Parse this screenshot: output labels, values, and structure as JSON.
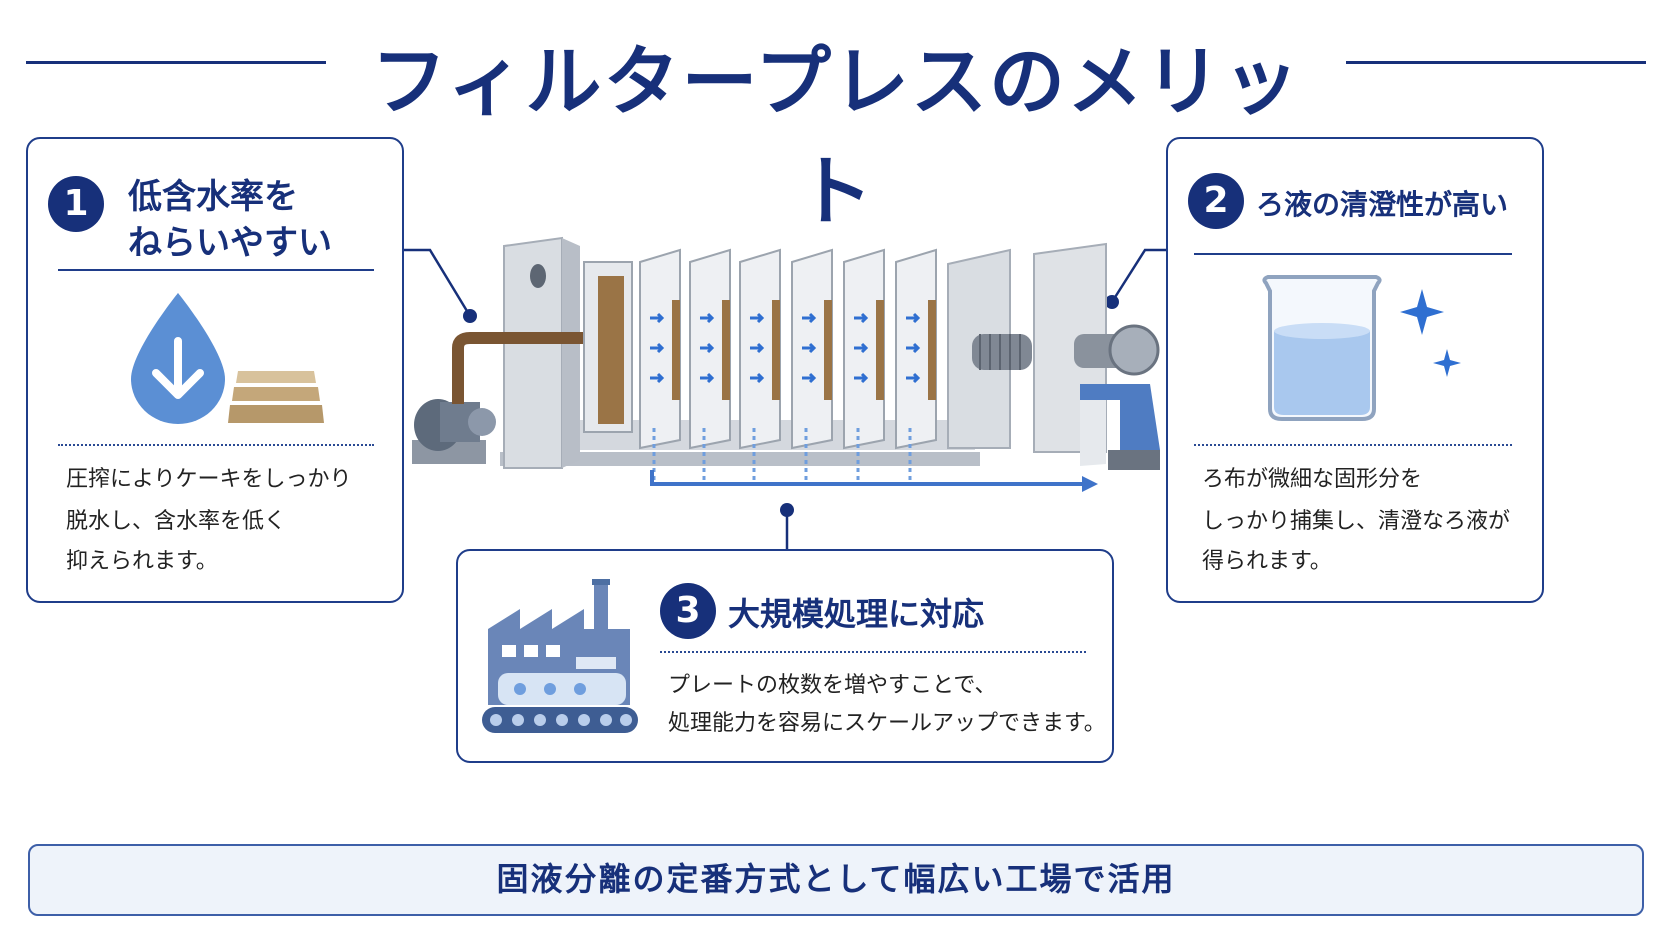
{
  "title": "フィルタープレスのメリット",
  "cards": [
    {
      "number": "1",
      "title_line1": "低含水率を",
      "title_line2": "ねらいやすい",
      "body_line1": "圧搾によりケーキをしっかり",
      "body_line2": "脱水し、含水率を低く",
      "body_line3": "抑えられます。"
    },
    {
      "number": "2",
      "title": "ろ液の清澄性が高い",
      "body_line1": "ろ布が微細な固形分を",
      "body_line2": "しっかり捕集し、清澄なろ液が",
      "body_line3": "得られます。"
    },
    {
      "number": "3",
      "title": "大規模処理に対応",
      "body_line1": "プレートの枚数を増やすことで、",
      "body_line2": "処理能力を容易にスケールアップできます。"
    }
  ],
  "footer": "固液分離の定番方式として幅広い工場で活用",
  "icons": [
    "water-drop-down-icon",
    "dry-cake-layers-icon",
    "beaker-clear-water-icon",
    "sparkle-icon",
    "factory-conveyor-icon"
  ],
  "colors": {
    "navy": "#17307a",
    "accent_blue": "#2f6fd1",
    "cake_brown": "#a27a4a",
    "steel": "#c9ced6"
  }
}
